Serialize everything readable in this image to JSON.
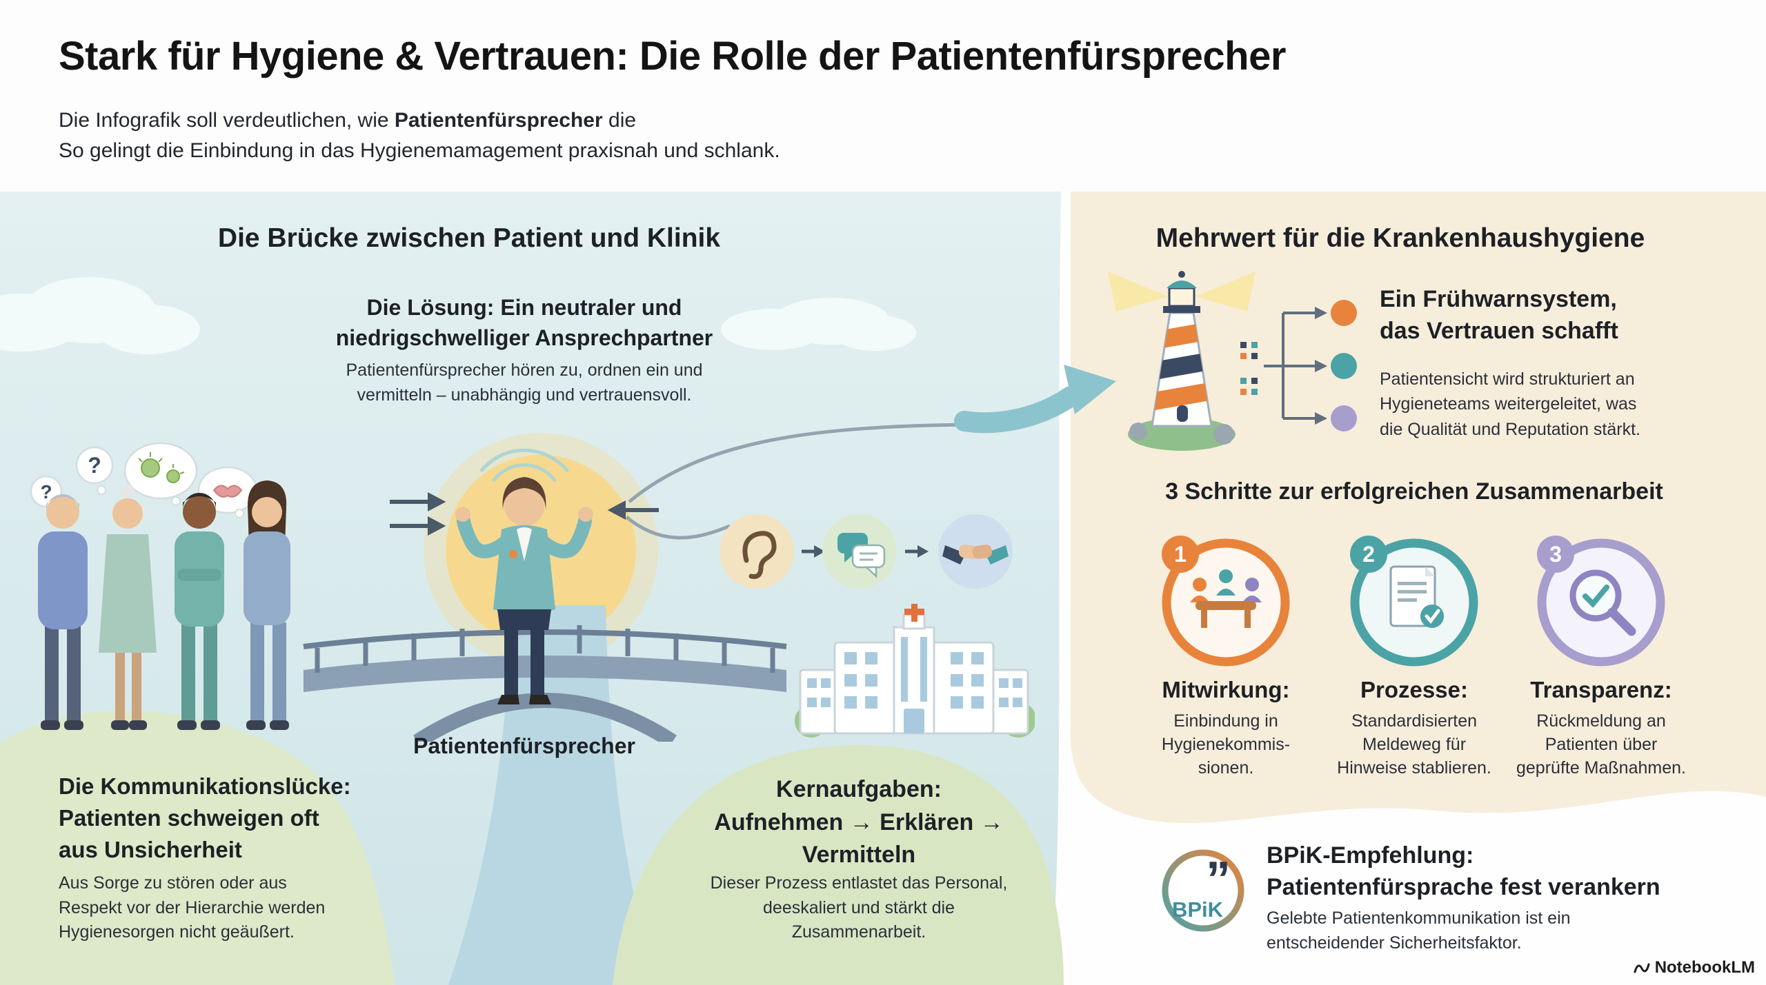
{
  "header": {
    "title": "Stark für Hygiene & Vertrauen: Die Rolle der Patientenfürsprecher",
    "subtitle1_pre": "Die Infografik soll verdeutlichen, wie ",
    "subtitle1_bold": "Patientenfürsprecher",
    "subtitle1_post": " die",
    "subtitle2": "So gelingt die Einbindung in das Hygienemamagement praxisnah und schlank."
  },
  "left_section": {
    "heading": "Die Brücke zwischen Patient und Klinik",
    "solution_title": "Die Lösung: Ein neutraler und\nniedrigschwelliger Ansprechpartner",
    "solution_body": "Patientenfürsprecher hören zu, ordnen ein und\nvermitteln – unabhängig und vertrauensvoll.",
    "advocate_label": "Patientenfürsprecher",
    "bubble_question": "?",
    "gap_title": "Die Kommunikationslücke:\nPatienten schweigen oft\naus Unsicherheit",
    "gap_body": "Aus Sorge zu stören oder aus\nRespekt vor der Hierarchie werden\nHygienesorgen nicht geäußert.",
    "tasks_title": "Kernaufgaben:\nAufnehmen → Erklären → Vermitteln",
    "tasks_body": "Dieser Prozess entlastet das Personal,\ndeeskaliert und stärkt die\nZusammenarbeit."
  },
  "right_section": {
    "heading": "Mehrwert für die Krankenhaushygiene",
    "warning_title": "Ein Frühwarnsystem,\ndas Vertrauen schafft",
    "warning_body": "Patientensicht wird strukturiert an\nHygieneteams weitergeleitet, was\ndie Qualität und Reputation stärkt.",
    "steps_heading": "3 Schritte zur erfolgreichen Zusammenarbeit",
    "steps": [
      {
        "number": "1",
        "title": "Mitwirkung:",
        "body": "Einbindung in\nHygienekommis-\nsionen.",
        "color": "#e8833c"
      },
      {
        "number": "2",
        "title": "Prozesse:",
        "body": "Standardisierten\nMeldeweg für\nHinweise stablieren.",
        "color": "#4ba3a6"
      },
      {
        "number": "3",
        "title": "Transparenz:",
        "body": "Rückmeldung an\nPatienten über\ngeprüfte Maßnahmen.",
        "color": "#a79ece"
      }
    ],
    "recommendation_logo": "BPiK",
    "recommendation_quote": "”",
    "recommendation_title": "BPiK-Empfehlung:\nPatientenfürsprache fest verankern",
    "recommendation_body": "Gelebte Patientenkommunikation ist ein\nentscheidender Sicherheitsfaktor."
  },
  "footer": {
    "watermark": "NotebookLM"
  },
  "colors": {
    "accent_teal": "#4ba3a6",
    "accent_orange": "#e8833c",
    "accent_purple": "#a79ece",
    "sky": "#d9eaec",
    "cream": "#f7eddb",
    "green": "#dde9c9",
    "river": "#b9d7e2",
    "sun": "#f6d98f",
    "text_dark": "#191c1f"
  }
}
